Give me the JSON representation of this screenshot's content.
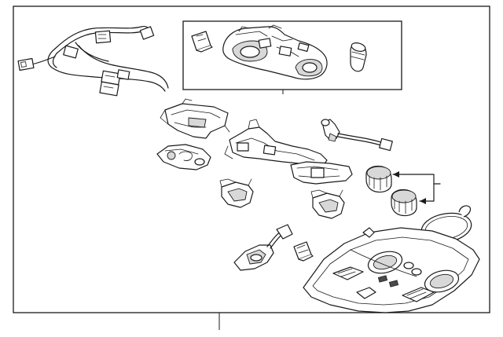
{
  "diagram": {
    "parts": [
      "wiring-harness",
      "overhead-console-bracket-assembly",
      "lamp-bulb",
      "mounting-bracket",
      "switch-panel-bracket",
      "main-console-frame",
      "lamp-socket-with-wire",
      "reading-lamp-knob-upper",
      "reading-lamp-knob-lower",
      "clip-left",
      "clip-right",
      "map-light-lens",
      "camera-module-with-cable",
      "retainer-clip-upper",
      "retainer-clip-lower",
      "overhead-console-housing"
    ]
  }
}
